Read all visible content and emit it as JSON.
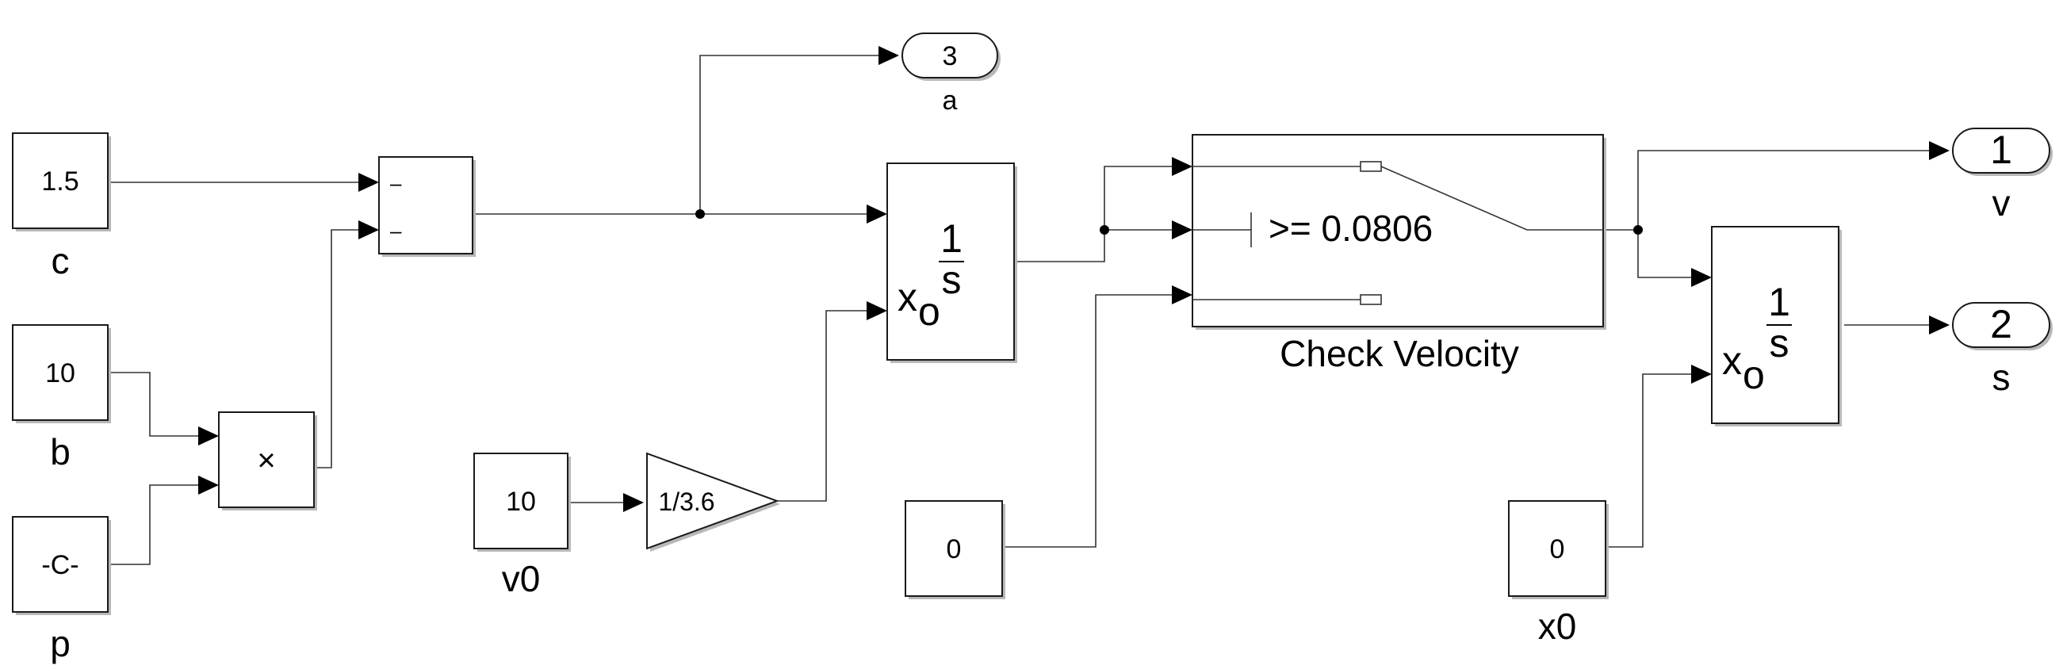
{
  "blocks": {
    "const_c": {
      "value": "1.5",
      "label": "c"
    },
    "const_b": {
      "value": "10",
      "label": "b"
    },
    "const_p": {
      "value": "-C-",
      "label": "p"
    },
    "const_v0": {
      "value": "10",
      "label": "v0"
    },
    "const_zero": {
      "value": "0"
    },
    "const_x0": {
      "value": "0",
      "label": "x0"
    },
    "gain": {
      "value": "1/3.6"
    },
    "sum": {
      "sign1": "–",
      "sign2": "–"
    },
    "product": {
      "symbol": "×"
    },
    "integrator_v": {
      "num": "1",
      "den": "s",
      "x": "x",
      "sub": "o"
    },
    "integrator_s": {
      "num": "1",
      "den": "s",
      "x": "x",
      "sub": "o"
    },
    "switch": {
      "criteria": ">= 0.0806",
      "label": "Check Velocity"
    },
    "out_a": {
      "port": "3",
      "label": "a"
    },
    "out_v": {
      "port": "1",
      "label": "v"
    },
    "out_s": {
      "port": "2",
      "label": "s"
    }
  }
}
